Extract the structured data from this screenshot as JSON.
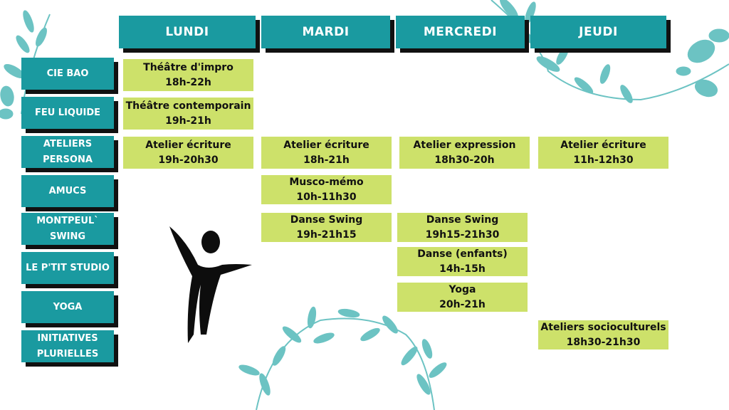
{
  "days": [
    "LUNDI",
    "MARDI",
    "MERCREDI",
    "JEUDI"
  ],
  "groups": [
    "CIE BAO",
    "FEU LIQUIDE",
    "ATELIERS PERSONA",
    "AMUCS",
    "MONTPEUL` SWING",
    "LE P'TIT STUDIO",
    "YOGA",
    "INITIATIVES PLURIELLES"
  ],
  "slots": [
    {
      "title": "Théâtre d'impro",
      "time": "18h-22h"
    },
    {
      "title": "Théâtre contemporain",
      "time": "19h-21h"
    },
    {
      "title": "Atelier écriture",
      "time": "19h-20h30"
    },
    {
      "title": "Atelier écriture",
      "time": "18h-21h"
    },
    {
      "title": "Musco-mémo",
      "time": "10h-11h30"
    },
    {
      "title": "Danse Swing",
      "time": "19h-21h15"
    },
    {
      "title": "Atelier expression",
      "time": "18h30-20h"
    },
    {
      "title": "Danse Swing",
      "time": "19h15-21h30"
    },
    {
      "title": "Danse (enfants)",
      "time": "14h-15h"
    },
    {
      "title": "Yoga",
      "time": "20h-21h"
    },
    {
      "title": "Atelier écriture",
      "time": "11h-12h30"
    },
    {
      "title": "Ateliers socioculturels",
      "time": "18h30-21h30"
    }
  ],
  "colors": {
    "header": "#1a9aa0",
    "slot": "#cde16a",
    "leaf": "#6cc3c3",
    "figure": "#0d0d0d"
  },
  "icons": [
    "leaf-branch-icon",
    "leaf-wreath-icon",
    "dancer-figure-icon"
  ]
}
